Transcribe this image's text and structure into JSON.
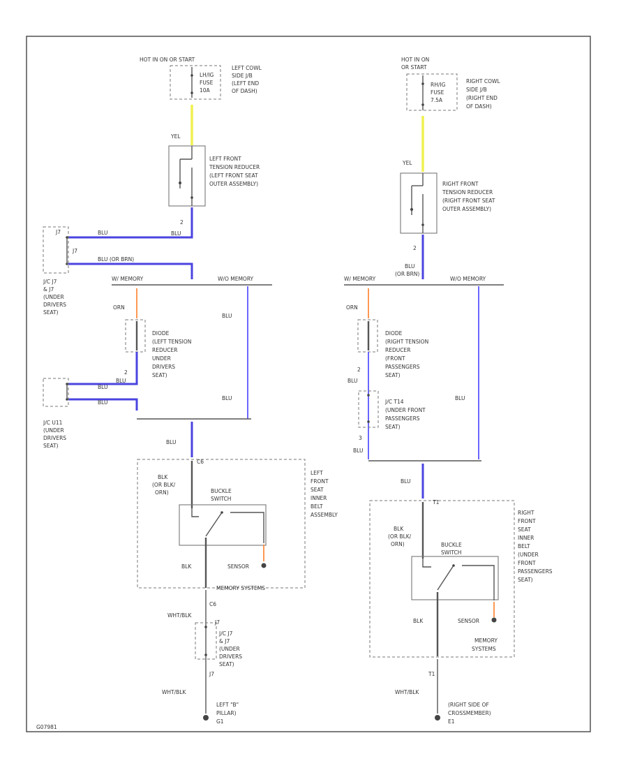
{
  "left_circuit": {
    "source_header": "HOT IN ON OR START",
    "fuse_label_1": "LH/IG",
    "fuse_label_2": "FUSE",
    "fuse_label_3": "10A",
    "fuse_location_1": "LEFT COWL",
    "fuse_location_2": "SIDE J/B",
    "fuse_location_3": "(LEFT END",
    "fuse_location_4": "OF DASH)",
    "wire_yel": "YEL",
    "reducer_1": "LEFT FRONT",
    "reducer_2": "TENSION REDUCER",
    "reducer_3": "(LEFT FRONT SEAT",
    "reducer_4": "OUTER ASSEMBLY)",
    "pin_2": "2",
    "wire_blu_a": "BLU",
    "wire_blu_b": "BLU",
    "wire_blu_c": "BLU (OR BRN)",
    "jc_pin_a": "J7",
    "jc_pin_b": "J7",
    "jc_1": "J/C J7",
    "jc_2": "& J7",
    "jc_3": "(UNDER",
    "jc_4": "DRIVERS",
    "jc_5": "SEAT)",
    "w_memory": "W/ MEMORY",
    "wo_memory": "W/O MEMORY",
    "wire_orn": "ORN",
    "wire_blu_right": "BLU",
    "diode_1": "DIODE",
    "diode_2": "(LEFT TENSION",
    "diode_3": "REDUCER",
    "diode_4": "UNDER",
    "diode_5": "DRIVERS",
    "diode_6": "SEAT)",
    "diode_pin": "2",
    "wire_blu_d": "BLU",
    "wire_blu_e": "BLU",
    "wire_blu_f": "BLU",
    "wire_blu_g": "BLU",
    "jc2_1": "J/C U11",
    "jc2_2": "(UNDER",
    "jc2_3": "DRIVERS",
    "jc2_4": "SEAT)",
    "wire_blu_h": "BLU",
    "buckle_pin": "C6",
    "buckle_wire_1": "BLK",
    "buckle_wire_2": "(OR BLK/",
    "buckle_wire_3": "ORN)",
    "buckle_switch_1": "BUCKLE",
    "buckle_switch_2": "SWITCH",
    "belt_1": "LEFT",
    "belt_2": "FRONT",
    "belt_3": "SEAT",
    "belt_4": "INNER",
    "belt_5": "BELT",
    "belt_6": "ASSEMBLY",
    "wire_blk": "BLK",
    "sensor": "SENSOR",
    "memory_systems": "MEMORY SYSTEMS",
    "ground_pin": "C6",
    "wire_wht_blk_a": "WHT/BLK",
    "jc3_pin_a": "J7",
    "jc3_1": "J/C J7",
    "jc3_2": "& J7",
    "jc3_3": "(UNDER",
    "jc3_4": "DRIVERS",
    "jc3_5": "SEAT)",
    "jc3_pin_b": "J7",
    "wire_wht_blk_b": "WHT/BLK",
    "ground_1": "LEFT \"B\"",
    "ground_2": "PILLAR)",
    "ground_3": "G1"
  },
  "right_circuit": {
    "source_header_1": "HOT IN ON",
    "source_header_2": "OR START",
    "fuse_label_1": "RH/IG",
    "fuse_label_2": "FUSE",
    "fuse_label_3": "7.5A",
    "fuse_location_1": "RIGHT COWL",
    "fuse_location_2": "SIDE J/B",
    "fuse_location_3": "(RIGHT END",
    "fuse_location_4": "OF DASH)",
    "wire_yel": "YEL",
    "reducer_1": "RIGHT FRONT",
    "reducer_2": "TENSION REDUCER",
    "reducer_3": "(RIGHT FRONT SEAT",
    "reducer_4": "OUTER ASSEMBLY)",
    "pin_2": "2",
    "wire_blu_a": "BLU",
    "wire_blu_b": "(OR BRN)",
    "w_memory": "W/ MEMORY",
    "wo_memory": "W/O MEMORY",
    "wire_orn": "ORN",
    "diode_1": "DIODE",
    "diode_2": "(RIGHT TENSION",
    "diode_3": "REDUCER",
    "diode_4": "(FRONT",
    "diode_5": "PASSENGERS",
    "diode_6": "SEAT)",
    "diode_pin": "2",
    "wire_blu_c": "BLU",
    "jc_1": "J/C T14",
    "jc_2": "(UNDER FRONT",
    "jc_3": "PASSENGERS",
    "jc_4": "SEAT)",
    "jc_pin": "3",
    "wire_blu_d": "BLU",
    "wire_blu_right": "BLU",
    "wire_blu_e": "BLU",
    "buckle_pin": "T1",
    "buckle_wire_1": "BLK",
    "buckle_wire_2": "(OR BLK/",
    "buckle_wire_3": "ORN)",
    "buckle_switch_1": "BUCKLE",
    "buckle_switch_2": "SWITCH",
    "belt_1": "RIGHT",
    "belt_2": "FRONT",
    "belt_3": "SEAT",
    "belt_4": "INNER",
    "belt_5": "BELT",
    "belt_6": "(UNDER",
    "belt_7": "FRONT",
    "belt_8": "PASSENGERS",
    "belt_9": "SEAT)",
    "wire_blk": "BLK",
    "sensor": "SENSOR",
    "memory_1": "MEMORY",
    "memory_2": "SYSTEMS",
    "ground_pin": "T1",
    "wire_wht_blk": "WHT/BLK",
    "ground_1": "(RIGHT SIDE OF",
    "ground_2": "CROSSMEMBER)",
    "ground_3": "E1"
  },
  "footer_code": "G07981",
  "colors": {
    "wire_blue": "#4a44e0",
    "wire_yellow": "#f0f050",
    "wire_orange": "#ff8c40",
    "line_gray": "#555555"
  }
}
